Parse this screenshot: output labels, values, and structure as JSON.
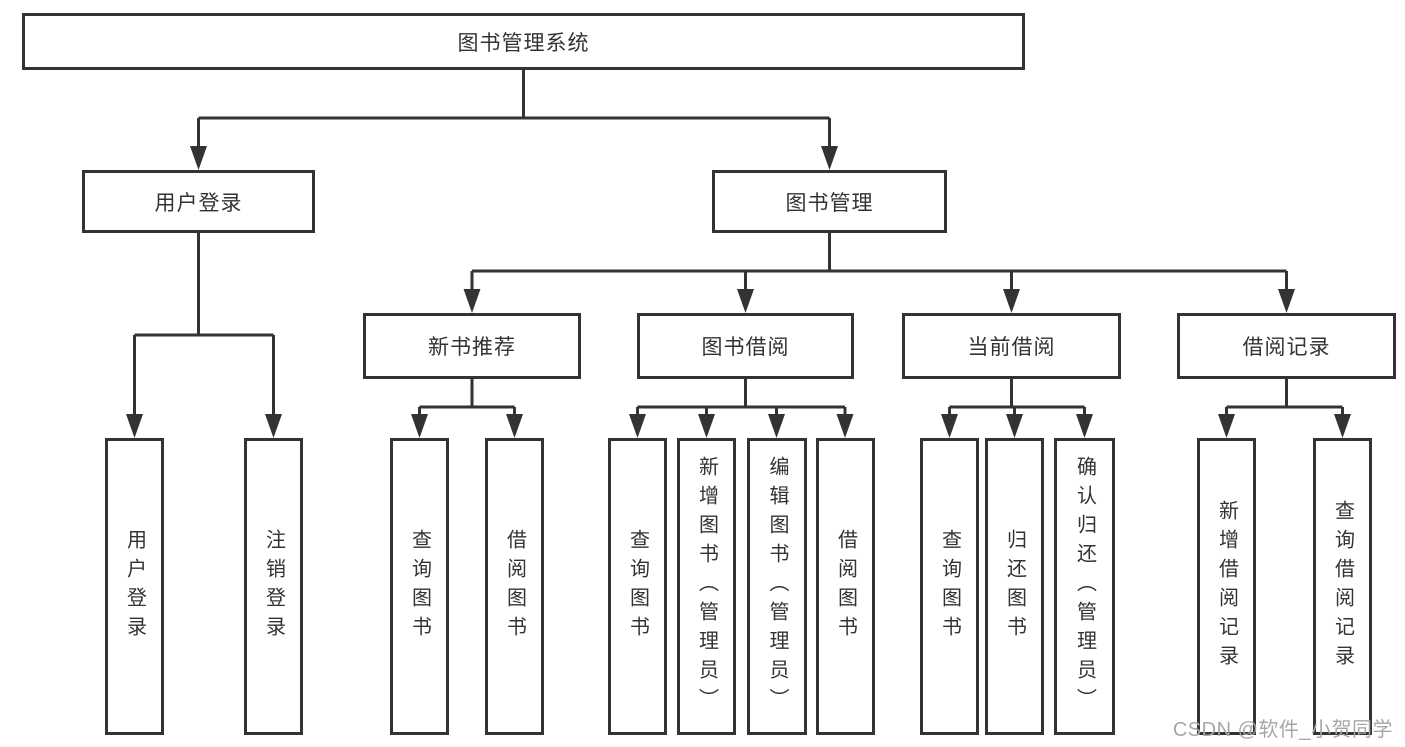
{
  "diagram": {
    "type": "hierarchy-tree",
    "colors": {
      "line": "#333333",
      "box_fill": "#ffffff",
      "text": "#333333",
      "watermark": "#a6a6ab"
    }
  },
  "tree": {
    "root": {
      "label": "图书管理系统"
    },
    "children": [
      {
        "label": "用户登录",
        "children": [
          {
            "label": "用户登录"
          },
          {
            "label": "注销登录"
          }
        ]
      },
      {
        "label": "图书管理",
        "children": [
          {
            "label": "新书推荐",
            "children": [
              {
                "label": "查询图书"
              },
              {
                "label": "借阅图书"
              }
            ]
          },
          {
            "label": "图书借阅",
            "children": [
              {
                "label": "查询图书"
              },
              {
                "label": "新增图书（管理员）"
              },
              {
                "label": "编辑图书（管理员）"
              },
              {
                "label": "借阅图书"
              }
            ]
          },
          {
            "label": "当前借阅",
            "children": [
              {
                "label": "查询图书"
              },
              {
                "label": "归还图书"
              },
              {
                "label": "确认归还（管理员）"
              }
            ]
          },
          {
            "label": "借阅记录",
            "children": [
              {
                "label": "新增借阅记录"
              },
              {
                "label": "查询借阅记录"
              }
            ]
          }
        ]
      }
    ]
  },
  "watermark": {
    "text": "CSDN @软件_小贺同学"
  }
}
